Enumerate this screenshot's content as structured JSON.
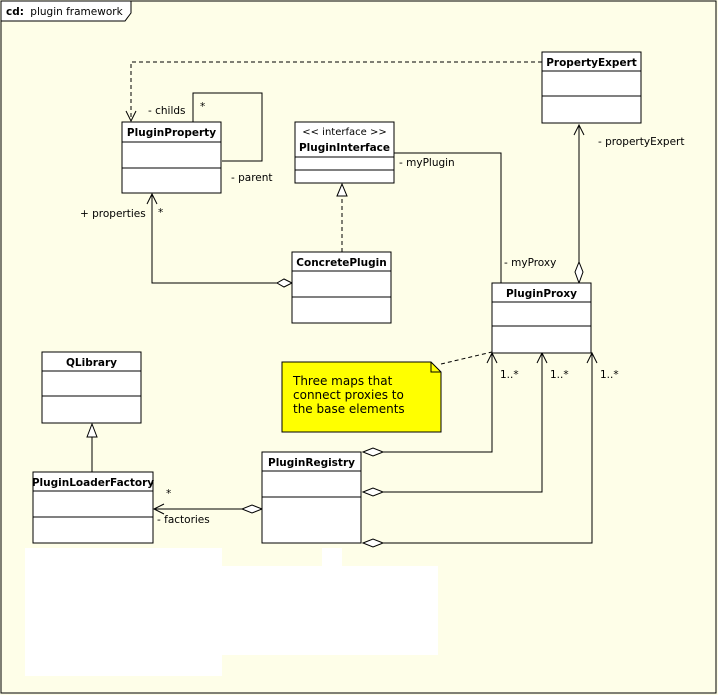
{
  "frame": {
    "prefix": "cd:",
    "title": "plugin framework"
  },
  "classes": {
    "plugin_property": "PluginProperty",
    "plugin_interface_stereotype": "<< interface >>",
    "plugin_interface": "PluginInterface",
    "property_expert": "PropertyExpert",
    "concrete_plugin": "ConcretePlugin",
    "plugin_proxy": "PluginProxy",
    "qlibrary": "QLibrary",
    "plugin_loader_factory": "PluginLoaderFactory",
    "plugin_registry": "PluginRegistry"
  },
  "labels": {
    "childs": "- childs",
    "childs_mult": "*",
    "parent": "- parent",
    "properties": "+ properties",
    "properties_mult": "*",
    "my_plugin": "- myPlugin",
    "my_proxy": "- myProxy",
    "property_expert_role": "- propertyExpert",
    "factories": "- factories",
    "factories_mult": "*",
    "map1_mult": "1..*",
    "map2_mult": "1..*",
    "map3_mult": "1..*"
  },
  "note": {
    "lines": [
      "Three maps that",
      "connect proxies to",
      "the base elements"
    ]
  },
  "colors": {
    "background": "#fefee8",
    "class_fill": "#ffffff",
    "line": "#000000",
    "note_fill": "#ffff00",
    "frame_tab": "#ffffff"
  }
}
